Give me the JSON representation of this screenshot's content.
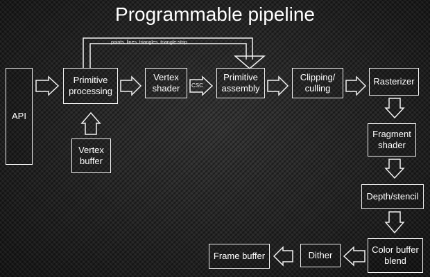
{
  "title": "Programmable pipeline",
  "nodes": {
    "api": "API",
    "primitive_processing": "Primitive processing",
    "vertex_buffer": "Vertex buffer",
    "vertex_shader": "Vertex shader",
    "primitive_assembly": "Primitive assembly",
    "clipping_culling": "Clipping/ culling",
    "rasterizer": "Rasterizer",
    "fragment_shader": "Fragment shader",
    "depth_stencil": "Depth/stencil",
    "color_buffer_blend": "Color buffer blend",
    "dither": "Dither",
    "frame_buffer": "Frame buffer"
  },
  "labels": {
    "bypass": "points, lines, triangles, triangle-strip",
    "csc": "CSC"
  },
  "colors": {
    "foreground": "#ffffff",
    "background": "#1e1e1e"
  }
}
